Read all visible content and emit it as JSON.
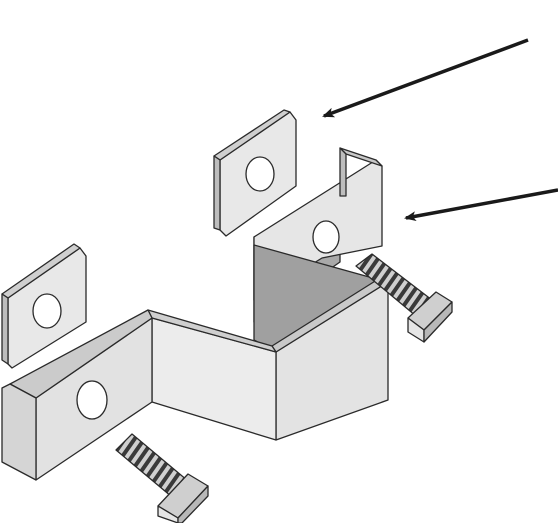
{
  "diagram": {
    "kind": "exploded-assembly",
    "colors": {
      "background": "#ffffff",
      "face_light": "#ececec",
      "face_mid": "#d9d9d9",
      "face_edge": "#bdbdbd",
      "face_dark": "#a9a9a9",
      "outline": "#2a2a2a",
      "arrow": "#1a1a1a",
      "thread_dark": "#3a3a3a"
    },
    "parts": [
      {
        "name": "z-bracket",
        "label": ""
      },
      {
        "name": "square-washer",
        "count": 2,
        "label": ""
      },
      {
        "name": "bolt",
        "count": 2,
        "label": ""
      }
    ],
    "arrows": [
      {
        "name": "arrow-to-washer",
        "label": ""
      },
      {
        "name": "arrow-to-bracket",
        "label": ""
      }
    ]
  }
}
